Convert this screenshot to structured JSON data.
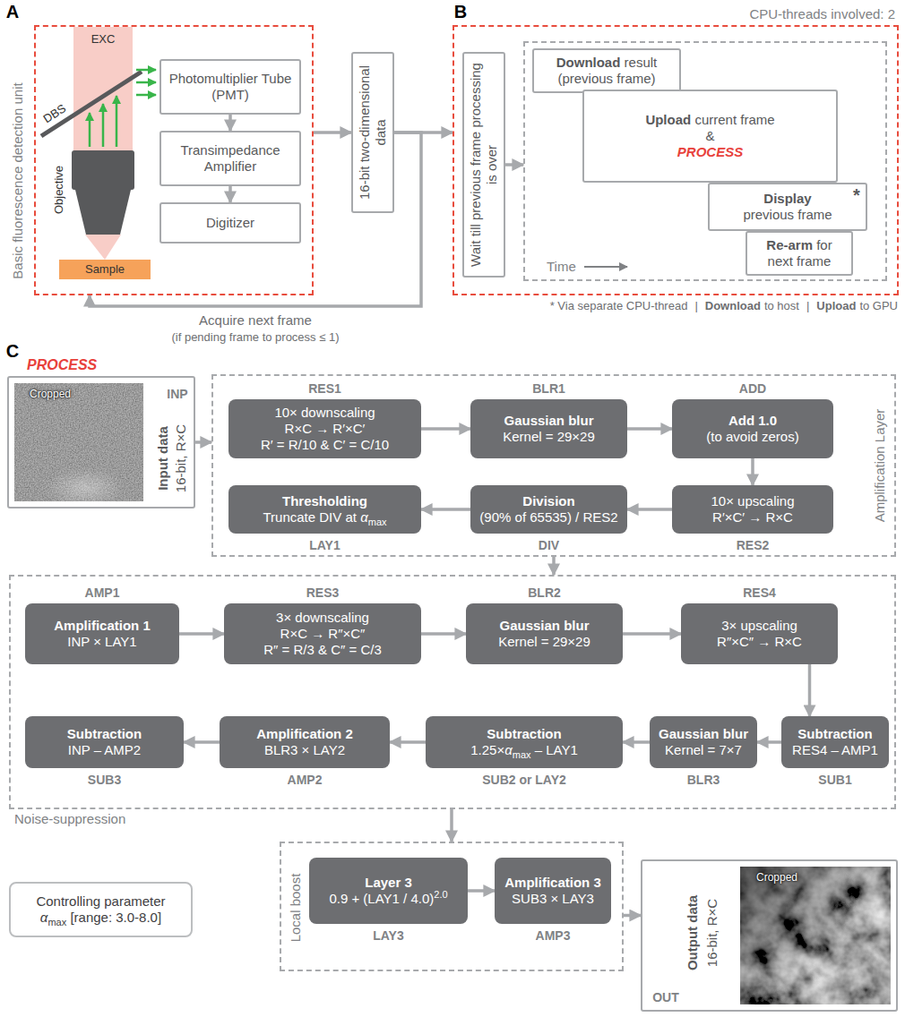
{
  "diagram": {
    "nodes": [
      {
        "text": [
          "Basic fluorescence detection unit"
        ]
      },
      {
        "text": [
          "Photomultiplier Tube (PMT)"
        ],
        "in": 0
      },
      {
        "text": [
          "Transimpedance Amplifier"
        ],
        "in": 0
      },
      {
        "text": [
          "Digitizer"
        ],
        "in": 0
      },
      {
        "text": [
          "16-bit two-dimensional data"
        ]
      },
      {
        "text": [
          "CPU-threads involved: 2"
        ]
      },
      {
        "text": [
          "Wait till previous frame processing is over"
        ],
        "in": 5
      },
      {
        "text": [
          "Time"
        ],
        "in": 5
      },
      {
        "text": [
          "Download",
          "result (previous frame)"
        ],
        "in": 7
      },
      {
        "text": [
          "Upload",
          "current frame",
          "&",
          "PROCESS"
        ],
        "in": 7
      },
      {
        "text": [
          "Display",
          "previous frame",
          "*"
        ],
        "in": 7
      },
      {
        "text": [
          "Re-arm",
          "for next frame"
        ],
        "in": 7
      },
      {
        "text": [
          "Cropped",
          "INP",
          "Input data",
          "16-bit, R×C"
        ]
      },
      {
        "text": [
          "Amplification Layer"
        ]
      },
      {
        "text": [
          "RES1",
          "10× downscaling",
          "R×C → R′×C′",
          "R′ = R/10 & C′ = C/10"
        ],
        "in": 13
      },
      {
        "text": [
          "BLR1",
          "Gaussian blur",
          "Kernel = 29×29"
        ],
        "in": 13
      },
      {
        "text": [
          "ADD",
          "Add 1.0",
          "(to avoid zeros)"
        ],
        "in": 13
      },
      {
        "text": [
          "10× upscaling",
          "R′×C′ → R×C",
          "RES2"
        ],
        "in": 13
      },
      {
        "text": [
          "Division",
          "(90% of 65535) / RES2",
          "DIV"
        ],
        "in": 13
      },
      {
        "text": [
          "Thresholding",
          "Truncate DIV at",
          "α",
          "max",
          "LAY1"
        ],
        "in": 13
      },
      {
        "text": [
          "Noise-suppression"
        ]
      },
      {
        "text": [
          "AMP1",
          "Amplification 1",
          "INP × LAY1"
        ],
        "in": 20
      },
      {
        "text": [
          "RES3",
          "3× downscaling",
          "R×C → R″×C″",
          "R″ = R/3 & C″ = C/3"
        ],
        "in": 20
      },
      {
        "text": [
          "BLR2",
          "Gaussian blur",
          "Kernel = 29×29"
        ],
        "in": 20
      },
      {
        "text": [
          "RES4",
          "3× upscaling",
          "R″×C″ → R×C"
        ],
        "in": 20
      },
      {
        "text": [
          "Subtraction",
          "RES4 – AMP1",
          "SUB1"
        ],
        "in": 20
      },
      {
        "text": [
          "Gaussian blur",
          "Kernel = 7×7",
          "BLR3"
        ],
        "in": 20
      },
      {
        "text": [
          "Subtraction",
          "1.25×",
          "α",
          "max",
          "– LAY1",
          "SUB2 or LAY2"
        ],
        "in": 20
      },
      {
        "text": [
          "Amplification 2",
          "BLR3 × LAY2",
          "AMP2"
        ],
        "in": 20
      },
      {
        "text": [
          "Subtraction",
          "INP – AMP2",
          "SUB3"
        ],
        "in": 20
      },
      {
        "text": [
          "Controlling parameter",
          "α",
          "max",
          "[range: 3.0-8.0]"
        ]
      },
      {
        "text": [
          "Local boost"
        ]
      },
      {
        "text": [
          "Layer 3",
          "0.9 + (LAY1 / 4.0)",
          "2.0",
          "LAY3"
        ],
        "in": 31
      },
      {
        "text": [
          "Amplification 3",
          "SUB3 × LAY3",
          "AMP3"
        ],
        "in": 31
      },
      {
        "text": [
          "Cropped",
          "Output data",
          "16-bit, R×C",
          "OUT"
        ]
      }
    ],
    "edges": [
      {
        "from": 1,
        "to": 2,
        "arrow": "to"
      },
      {
        "from": 2,
        "to": 3,
        "arrow": "to"
      },
      {
        "from": 0,
        "to": 4,
        "arrow": "to"
      },
      {
        "from": 4,
        "to": 5,
        "arrow": "to"
      },
      {
        "from": 4,
        "to": 0,
        "arrow": "to",
        "label": "Acquire next frame"
      },
      {
        "from": 6,
        "to": 7,
        "arrow": "to"
      },
      {
        "from": 12,
        "to": 13,
        "arrow": "to"
      },
      {
        "from": 14,
        "to": 15,
        "arrow": "to"
      },
      {
        "from": 15,
        "to": 16,
        "arrow": "to"
      },
      {
        "from": 16,
        "to": 17,
        "arrow": "to"
      },
      {
        "from": 17,
        "to": 18,
        "arrow": "to"
      },
      {
        "from": 18,
        "to": 19,
        "arrow": "to"
      },
      {
        "from": 13,
        "to": 20,
        "arrow": "to"
      },
      {
        "from": 21,
        "to": 22,
        "arrow": "to"
      },
      {
        "from": 22,
        "to": 23,
        "arrow": "to"
      },
      {
        "from": 23,
        "to": 24,
        "arrow": "to"
      },
      {
        "from": 24,
        "to": 25,
        "arrow": "to"
      },
      {
        "from": 25,
        "to": 26,
        "arrow": "to"
      },
      {
        "from": 26,
        "to": 27,
        "arrow": "to"
      },
      {
        "from": 27,
        "to": 28,
        "arrow": "to"
      },
      {
        "from": 28,
        "to": 29,
        "arrow": "to"
      },
      {
        "from": 20,
        "to": 31,
        "arrow": "to"
      },
      {
        "from": 32,
        "to": 33,
        "arrow": "to"
      },
      {
        "from": 31,
        "to": 34,
        "arrow": "to"
      }
    ],
    "labels": [
      "A",
      "B",
      "C",
      "EXC",
      "DBS",
      "Objective",
      "Sample",
      "(if pending frame to process ≤ 1)",
      "* Via separate CPU-thread",
      "|",
      "Download",
      "to host",
      "|",
      "Upload",
      "to GPU",
      "PROCESS"
    ]
  }
}
